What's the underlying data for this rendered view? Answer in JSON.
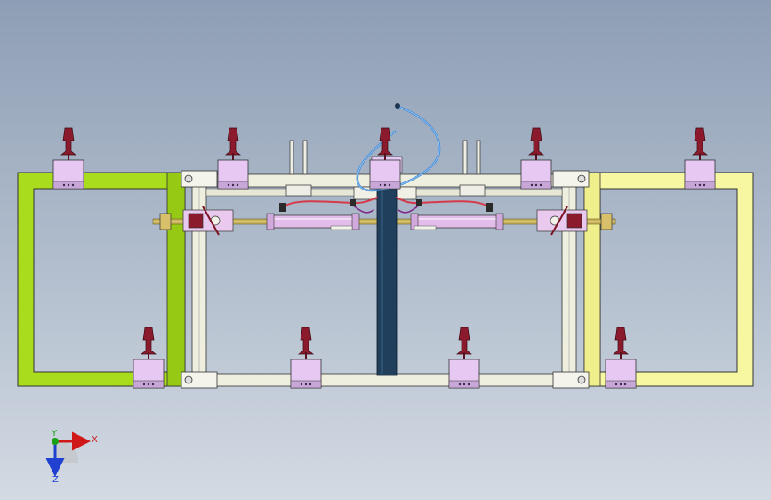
{
  "view": {
    "background_top": "#8e9eb5",
    "background_bottom": "#d3dae3"
  },
  "colors": {
    "left_frame": "#a9dc1c",
    "right_frame": "#f6f7a0",
    "rail": "#efefe0",
    "clamp_block": "#e6c8f2",
    "clamp_lever": "#8b1a2c",
    "cylinder": "#e3bde9",
    "hose_blue": "#3f8ad8",
    "hose_red": "#d63a4a",
    "center_post": "#1f3f5c",
    "brass_rod": "#c9b35a"
  },
  "triad": {
    "x_label": "X",
    "y_label": "Y",
    "z_label": "Z",
    "x_color": "#d01818",
    "y_color": "#18a018",
    "z_color": "#2040d0"
  }
}
